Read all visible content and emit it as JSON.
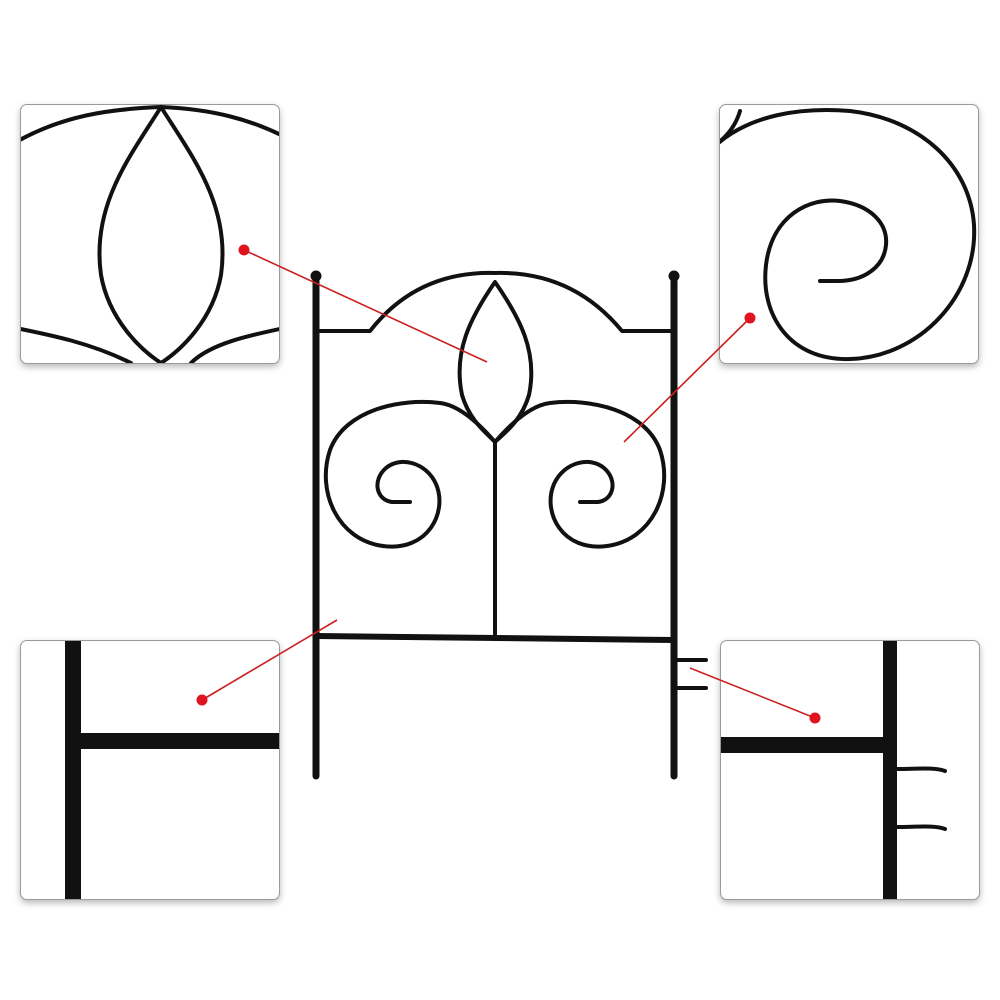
{
  "image": {
    "subject": "garden-fence-panel",
    "colors": {
      "background": "#ffffff",
      "metal": "#111111",
      "callout_line": "#cc1f1f",
      "callout_dot": "#e0141e",
      "panel_border": "#9a9a9a"
    },
    "detail_panels": [
      {
        "name": "teardrop-finial-detail"
      },
      {
        "name": "scroll-curl-detail"
      },
      {
        "name": "frame-joint-detail"
      },
      {
        "name": "ground-stake-detail"
      }
    ]
  }
}
